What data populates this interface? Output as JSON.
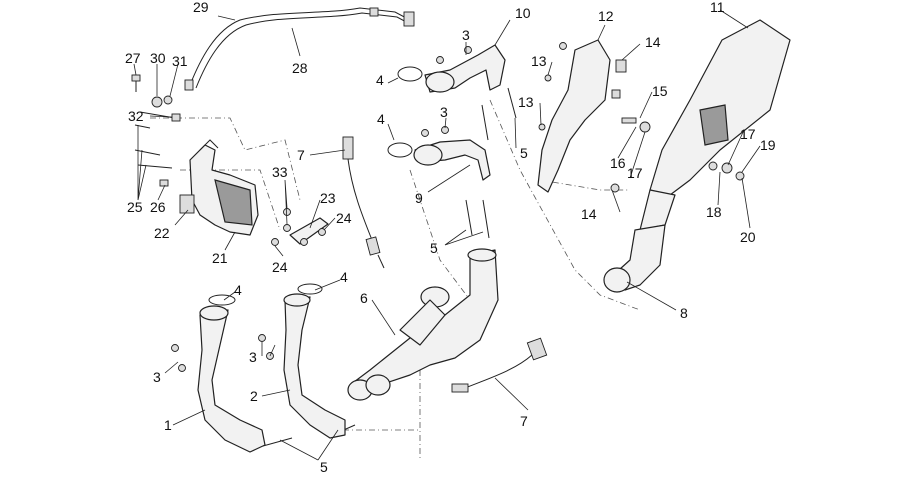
{
  "callouts": [
    {
      "id": "c29",
      "text": "29"
    },
    {
      "id": "c28",
      "text": "28"
    },
    {
      "id": "c27",
      "text": "27"
    },
    {
      "id": "c30",
      "text": "30"
    },
    {
      "id": "c31",
      "text": "31"
    },
    {
      "id": "c32",
      "text": "32"
    },
    {
      "id": "c25",
      "text": "25"
    },
    {
      "id": "c26",
      "text": "26"
    },
    {
      "id": "c22",
      "text": "22"
    },
    {
      "id": "c21",
      "text": "21"
    },
    {
      "id": "c33",
      "text": "33"
    },
    {
      "id": "c23",
      "text": "23"
    },
    {
      "id": "c24a",
      "text": "24"
    },
    {
      "id": "c24b",
      "text": "24"
    },
    {
      "id": "c7a",
      "text": "7"
    },
    {
      "id": "c7b",
      "text": "7"
    },
    {
      "id": "c10",
      "text": "10"
    },
    {
      "id": "c3a",
      "text": "3"
    },
    {
      "id": "c4a",
      "text": "4"
    },
    {
      "id": "c3b",
      "text": "3"
    },
    {
      "id": "c4b",
      "text": "4"
    },
    {
      "id": "c9",
      "text": "9"
    },
    {
      "id": "c5a",
      "text": "5"
    },
    {
      "id": "c5b",
      "text": "5"
    },
    {
      "id": "c5c",
      "text": "5"
    },
    {
      "id": "c12",
      "text": "12"
    },
    {
      "id": "c13a",
      "text": "13"
    },
    {
      "id": "c13b",
      "text": "13"
    },
    {
      "id": "c14a",
      "text": "14"
    },
    {
      "id": "c14b",
      "text": "14"
    },
    {
      "id": "c11",
      "text": "11"
    },
    {
      "id": "c15",
      "text": "15"
    },
    {
      "id": "c16",
      "text": "16"
    },
    {
      "id": "c17a",
      "text": "17"
    },
    {
      "id": "c17b",
      "text": "17"
    },
    {
      "id": "c19",
      "text": "19"
    },
    {
      "id": "c18",
      "text": "18"
    },
    {
      "id": "c20",
      "text": "20"
    },
    {
      "id": "c8",
      "text": "8"
    },
    {
      "id": "c6",
      "text": "6"
    },
    {
      "id": "c4c",
      "text": "4"
    },
    {
      "id": "c4d",
      "text": "4"
    },
    {
      "id": "c3c",
      "text": "3"
    },
    {
      "id": "c3d",
      "text": "3"
    },
    {
      "id": "c1",
      "text": "1"
    },
    {
      "id": "c2",
      "text": "2"
    }
  ]
}
